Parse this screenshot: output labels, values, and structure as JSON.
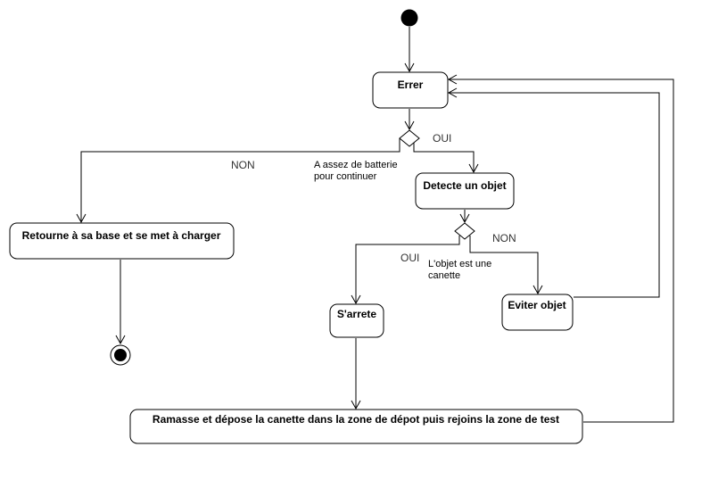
{
  "nodes": {
    "errer": "Errer",
    "detecte": "Detecte un objet",
    "retourne": "Retourne à sa base et se met à charger",
    "sarrete": "S'arrete",
    "eviter": "Eviter objet",
    "ramasse": "Ramasse et dépose la canette  dans la zone de dépot puis rejoins la zone de test"
  },
  "labels": {
    "oui_battery": "OUI",
    "non_battery": "NON",
    "battery_condition_line1": "A assez de batterie",
    "battery_condition_line2": "pour continuer",
    "non_object": "NON",
    "oui_object": "OUI",
    "object_condition_line1": "L'objet est une",
    "object_condition_line2": "canette"
  }
}
